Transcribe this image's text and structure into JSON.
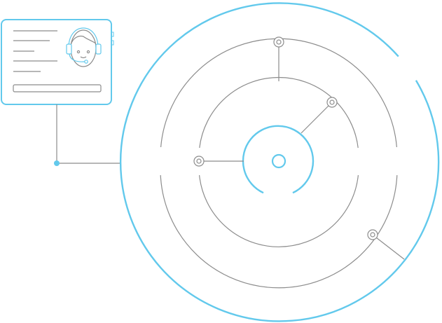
{
  "colors": {
    "accent": "#62c9ec",
    "line": "#8c8c8c",
    "background": "#ffffff"
  },
  "card": {
    "icon": "agent-headset-icon",
    "text_line_count": 5,
    "field_count": 1
  },
  "diagram": {
    "rings": [
      "outer-ring",
      "middle-ring",
      "inner-ring",
      "core-ring"
    ],
    "nodes": [
      "node-top",
      "node-upper-right",
      "node-left",
      "node-lower-right"
    ]
  }
}
